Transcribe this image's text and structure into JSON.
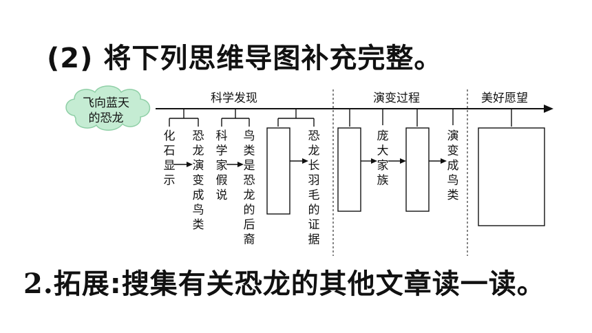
{
  "question": {
    "number": "(2)",
    "instruction": "将下列思维导图补充完整。"
  },
  "mind_map": {
    "root_line1": "飞向蓝天",
    "root_line2": "的恐龙",
    "sections": [
      {
        "title": "科学发现"
      },
      {
        "title": "演变过程"
      },
      {
        "title": "美好愿望"
      }
    ],
    "nodes": [
      {
        "text": "化石显示"
      },
      {
        "text": "恐龙演变成鸟类"
      },
      {
        "text": "科学家假说"
      },
      {
        "text": "鸟类是恐龙的后裔"
      },
      {
        "text": ""
      },
      {
        "text": "恐龙长羽毛的证据"
      },
      {
        "text": ""
      },
      {
        "text": "庞大家族"
      },
      {
        "text": ""
      },
      {
        "text": "演变成鸟类"
      },
      {
        "text": ""
      }
    ]
  },
  "task2": {
    "number": "2.",
    "label": "拓展",
    "colon": ":",
    "text": "搜集有关恐龙的其他文章读一读。"
  }
}
